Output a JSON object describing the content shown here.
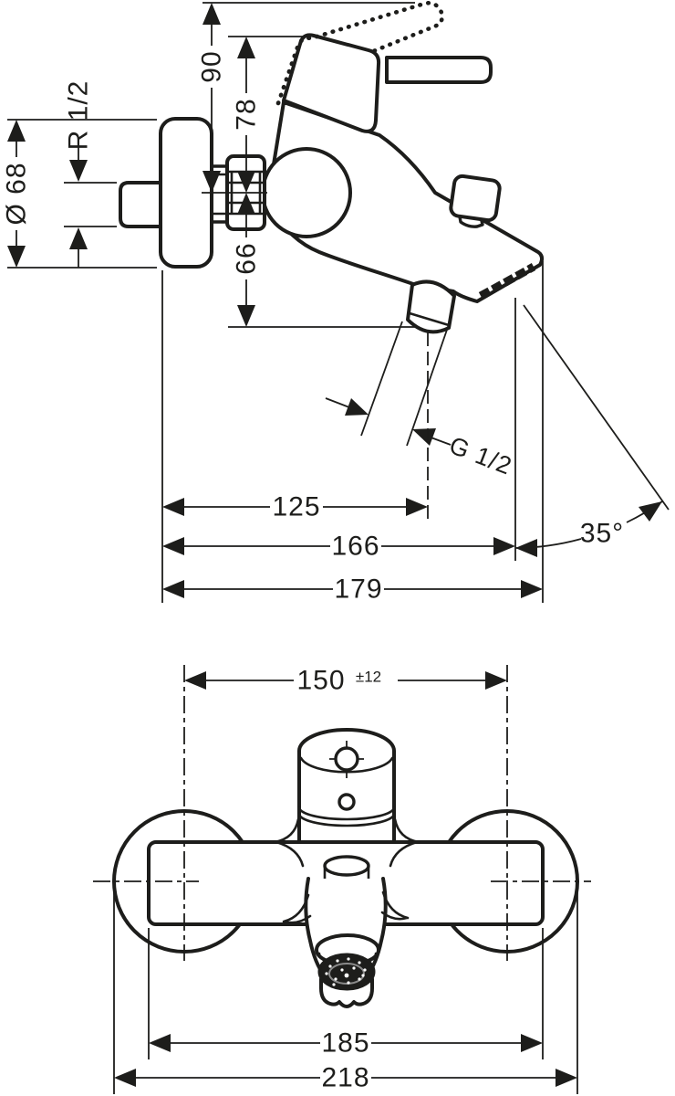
{
  "page": {
    "background": "#ffffff",
    "line_color": "#1d1d1b"
  },
  "side_view": {
    "labels": {
      "height_overall": "90",
      "height_handle": "78",
      "inlet_thread": "R 1/2",
      "escutcheon_dia": "Ø 68",
      "height_lower": "66",
      "outlet_thread": "G 1/2",
      "proj_hose_outlet": "125",
      "proj_aerator": "166",
      "proj_total": "179",
      "spout_angle": "35°"
    }
  },
  "plan_view": {
    "labels": {
      "connection_centres": "150",
      "centres_tolerance": "±12",
      "body_width": "185",
      "overall_width": "218"
    }
  }
}
